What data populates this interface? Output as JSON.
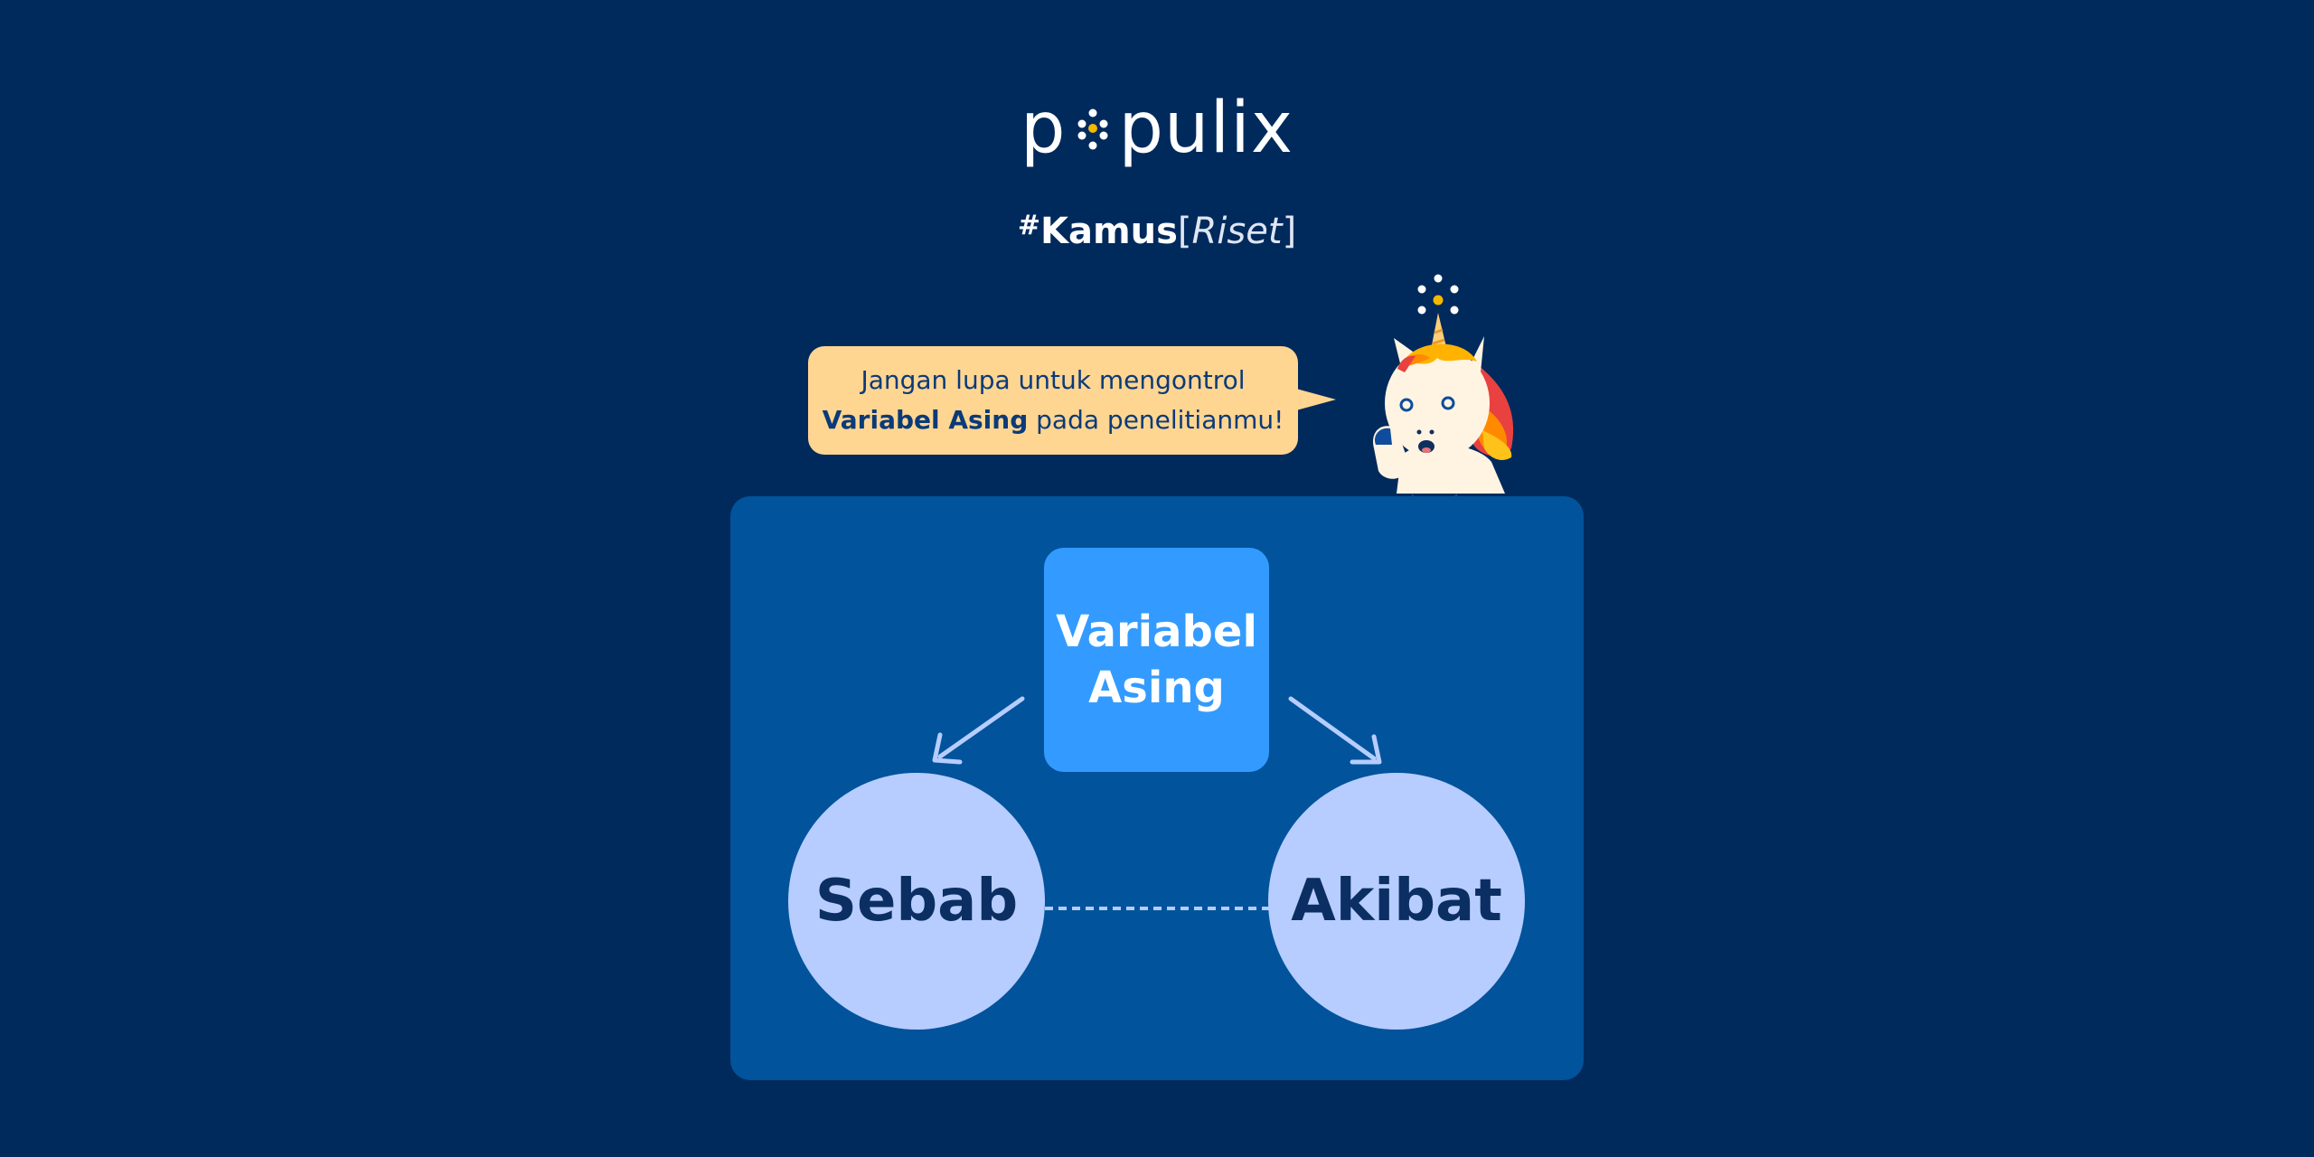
{
  "brand": {
    "name_start": "p",
    "name_end": "pulix",
    "dots_icon": "dots-o-icon",
    "accent_color": "#f5b800",
    "text_color": "#ffffff"
  },
  "tagline": {
    "hash": "#",
    "word": "Kamus",
    "bracket_open": "[",
    "italic_word": "Riset",
    "bracket_close": "]"
  },
  "bubble": {
    "line1": "Jangan lupa untuk mengontrol",
    "line2_bold": "Variabel Asing",
    "line2_rest": " pada penelitianmu!",
    "color": "#ffd592"
  },
  "diagram": {
    "top_node": {
      "line1": "Variabel",
      "line2": "Asing",
      "color": "#339bff"
    },
    "left_node": {
      "label": "Sebab",
      "color": "#b7cdff"
    },
    "right_node": {
      "label": "Akibat",
      "color": "#b7cdff"
    },
    "panel_color": "#01539c",
    "background_color": "#002a5c"
  }
}
